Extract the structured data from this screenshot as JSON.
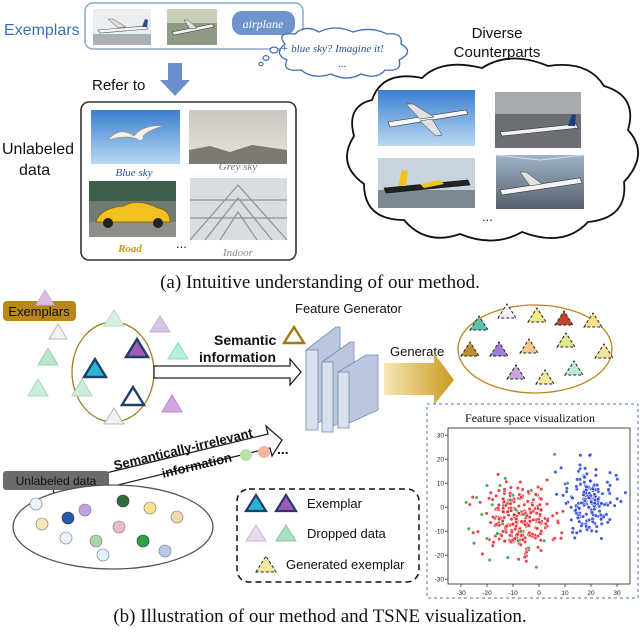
{
  "panel_a": {
    "exemplars_label": "Exemplars",
    "airplane_tag": "airplane",
    "thought_text": "+ blue sky? Imagine it!",
    "thought_dots": "...",
    "refer_to": "Refer to",
    "unlabeled_label_1": "Unlabeled",
    "unlabeled_label_2": "data",
    "img_captions": [
      "Blue sky",
      "Grey sky",
      "Road",
      "Indoor"
    ],
    "img_ellipsis": "...",
    "cloud_title_1": "Diverse",
    "cloud_title_2": "Counterparts",
    "cloud_ellipsis": "...",
    "caption": "(a) Intuitive understanding of our method."
  },
  "panel_b": {
    "exemplars_badge": "Exemplars",
    "semantic_1": "Semantic",
    "semantic_2": "information",
    "feature_generator": "Feature Generator",
    "generate": "Generate",
    "irrelevant_1": "Semantically-irrelevant",
    "irrelevant_2": "information",
    "dots": "...",
    "unlabeled_badge": "Unlabeled data",
    "legend": {
      "exemplar": "Exemplar",
      "dropped": "Dropped data",
      "generated": "Generated exemplar"
    },
    "caption": "(b) Illustration of our method and TSNE visualization."
  },
  "colors": {
    "ellipse_gold": "#b8861b",
    "arrow_blue": "#4f7fc4",
    "triangle_cyan": "#29b6d6",
    "triangle_purple": "#a25bb5",
    "triangle_green": "#6dc59a",
    "generator_face": "#c8d3e6",
    "red_cluster": "#e8242b",
    "blue_cluster": "#2440d8",
    "green_points": "#27a23a"
  },
  "chart_data": {
    "type": "scatter",
    "title": "Feature space visualization",
    "xlabel": "",
    "ylabel": "",
    "xlim": [
      -35,
      35
    ],
    "ylim": [
      -32,
      33
    ],
    "xticks": [
      -30,
      -20,
      -10,
      0,
      10,
      20,
      30
    ],
    "yticks": [
      -30,
      -20,
      -10,
      0,
      10,
      20,
      30
    ],
    "grid": false,
    "series": [
      {
        "color": "#e8242b",
        "center": [
          -8,
          -5
        ],
        "spread": [
          9.5,
          9
        ],
        "count": 250
      },
      {
        "color": "#2440d8",
        "center": [
          19,
          2
        ],
        "spread": [
          6.5,
          10
        ],
        "count": 165
      },
      {
        "color": "#27a23a",
        "points": [
          [
            -22,
            -3
          ],
          [
            -18,
            1
          ],
          [
            -14,
            -7
          ],
          [
            -10,
            5
          ],
          [
            -20,
            -13
          ],
          [
            -7,
            -10
          ],
          [
            -15,
            9
          ],
          [
            -24,
            4
          ],
          [
            -4,
            -17
          ],
          [
            -12,
            -21
          ],
          [
            -9,
            -1
          ],
          [
            -16,
            -11
          ],
          [
            -6,
            -3
          ],
          [
            -27,
            -9
          ],
          [
            -13,
            12
          ],
          [
            -3,
            7
          ],
          [
            2,
            -14
          ],
          [
            -19,
            -22
          ],
          [
            -25,
            -15
          ],
          [
            -11,
            3
          ],
          [
            11,
            10
          ],
          [
            -1,
            -25
          ],
          [
            -20,
            9
          ],
          [
            -8,
            -14
          ],
          [
            -28,
            2
          ],
          [
            6,
            22
          ]
        ]
      }
    ]
  }
}
